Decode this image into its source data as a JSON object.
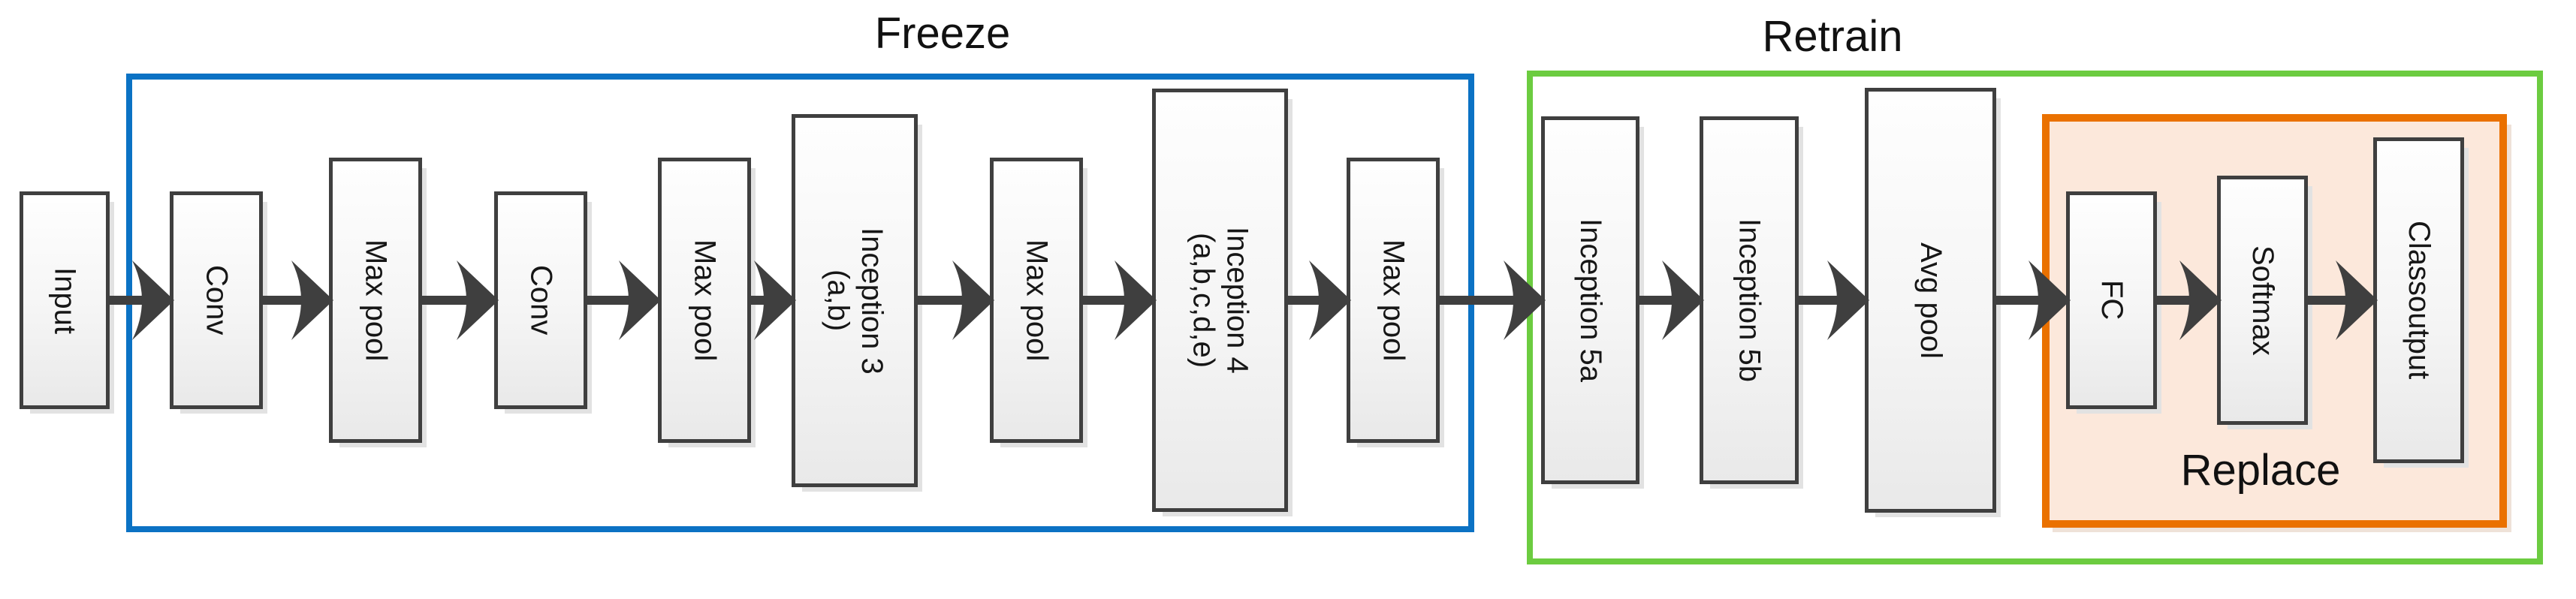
{
  "diagram": {
    "section_labels": {
      "freeze": "Freeze",
      "retrain": "Retrain",
      "replace": "Replace"
    },
    "nodes": [
      {
        "id": "input",
        "label": "Input",
        "group": "none"
      },
      {
        "id": "conv-1",
        "label": "Conv",
        "group": "freeze"
      },
      {
        "id": "max-pool-1",
        "label": "Max pool",
        "group": "freeze"
      },
      {
        "id": "conv-2",
        "label": "Conv",
        "group": "freeze"
      },
      {
        "id": "max-pool-2",
        "label": "Max pool",
        "group": "freeze"
      },
      {
        "id": "inception-3",
        "label": "Inception 3\n(a,b)",
        "group": "freeze"
      },
      {
        "id": "max-pool-3",
        "label": "Max pool",
        "group": "freeze"
      },
      {
        "id": "inception-4",
        "label": "Inception 4\n(a,b,c,d,e)",
        "group": "freeze"
      },
      {
        "id": "max-pool-4",
        "label": "Max pool",
        "group": "freeze"
      },
      {
        "id": "inception-5a",
        "label": "Inception 5a",
        "group": "retrain"
      },
      {
        "id": "inception-5b",
        "label": "Inception 5b",
        "group": "retrain"
      },
      {
        "id": "avg-pool",
        "label": "Avg pool",
        "group": "retrain"
      },
      {
        "id": "fc",
        "label": "FC",
        "group": "replace"
      },
      {
        "id": "softmax",
        "label": "Softmax",
        "group": "replace"
      },
      {
        "id": "classoutput",
        "label": "Classoutput",
        "group": "replace"
      }
    ],
    "colors": {
      "freeze_border": "#0b72c4",
      "retrain_border": "#6ccc40",
      "replace_border": "#ea7100",
      "replace_fill": "#fce8db",
      "node_border": "#3f3f3f",
      "arrow": "#3f3f3f",
      "node_fill_top": "#fefefe",
      "node_fill_bottom": "#e9e9e9",
      "text": "#161616"
    }
  }
}
